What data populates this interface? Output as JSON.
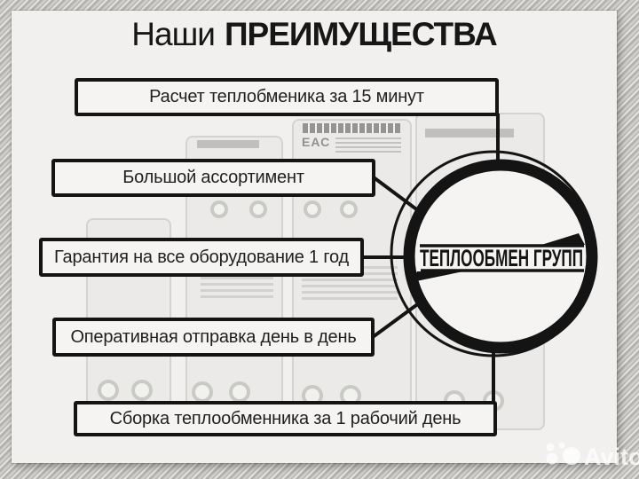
{
  "title": {
    "regular": "Наши",
    "bold": "ПРЕИМУЩЕСТВА"
  },
  "advantages": [
    "Расчет теплобменика за 15 минут",
    "Большой ассортимент",
    "Гарантия на все оборудование 1 год",
    "Оперативная отправка день в день",
    "Сборка теплообменника за 1 рабочий день"
  ],
  "logo": {
    "name": "ТЕПЛООБМЕН ГРУПП"
  },
  "watermark": {
    "brand": "Avito"
  },
  "background": {
    "certification_mark": "ЕАС"
  },
  "colors": {
    "ink": "#141414",
    "panel": "#f1f0ee",
    "box_fill": "#f5f4f2",
    "frame_silver": "#c9c7c3",
    "watermark": "#ffffff"
  }
}
